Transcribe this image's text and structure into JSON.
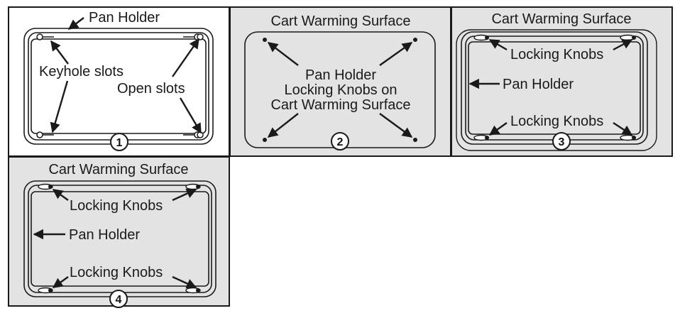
{
  "panels": [
    {
      "step": "1",
      "labels": {
        "pan_holder": "Pan Holder",
        "keyhole_slots": "Keyhole slots",
        "open_slots": "Open slots"
      }
    },
    {
      "step": "2",
      "labels": {
        "surface_title": "Cart Warming Surface",
        "caption_line1": "Pan Holder",
        "caption_line2": "Locking Knobs on",
        "caption_line3": "Cart Warming Surface"
      }
    },
    {
      "step": "3",
      "labels": {
        "surface_title": "Cart Warming Surface",
        "locking_knobs_top": "Locking Knobs",
        "pan_holder": "Pan Holder",
        "locking_knobs_bottom": "Locking Knobs"
      }
    },
    {
      "step": "4",
      "labels": {
        "surface_title": "Cart Warming Surface",
        "locking_knobs_top": "Locking Knobs",
        "pan_holder": "Pan Holder",
        "locking_knobs_bottom": "Locking Knobs"
      }
    }
  ],
  "colors": {
    "panel_fill_plain": "#ffffff",
    "panel_fill_surface": "#e3e3e3",
    "stroke": "#1a1a1a"
  }
}
